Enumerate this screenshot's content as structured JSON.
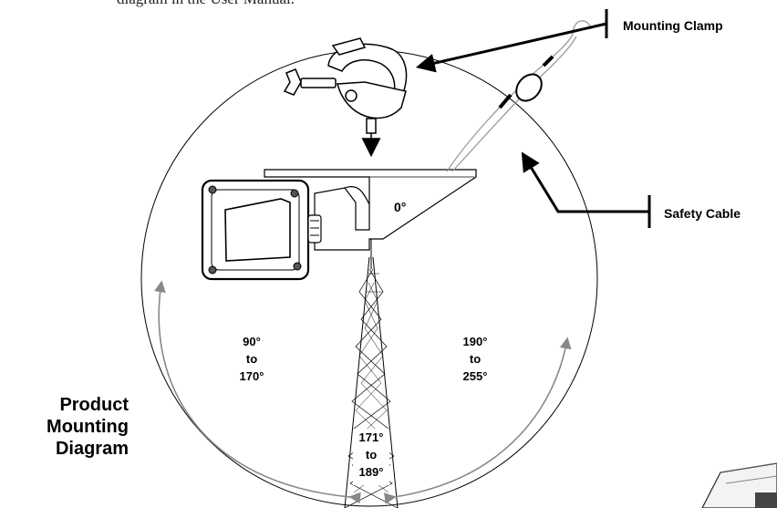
{
  "top_text": "diagram in the User Manual.",
  "callouts": {
    "mounting_clamp": "Mounting Clamp",
    "safety_cable": "Safety Cable"
  },
  "angles": {
    "zero": "0°",
    "left_range": [
      "90°",
      "to",
      "170°"
    ],
    "right_range": [
      "190°",
      "to",
      "255°"
    ],
    "bottom_range": [
      "171°",
      "to",
      "189°"
    ]
  },
  "caption": [
    "Product",
    "Mounting",
    "Diagram"
  ],
  "colors": {
    "line": "#000000",
    "arc_arrow": "#888888",
    "cable": "#9a9a9a",
    "clamp_fill": "#ffffff",
    "fixture_fill": "#ffffff"
  }
}
